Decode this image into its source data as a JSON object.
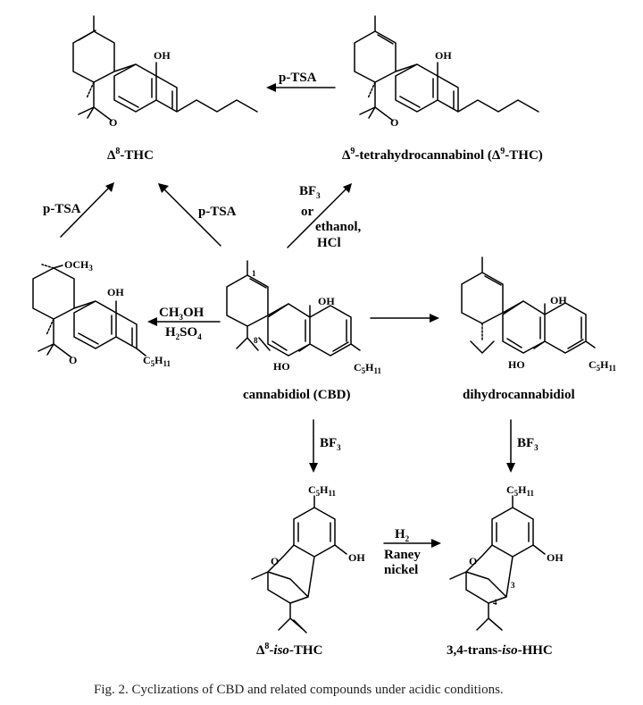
{
  "caption": "Fig. 2.  Cyclizations of CBD and related compounds under acidic conditions.",
  "compounds": {
    "delta8_thc": {
      "delta": "Δ",
      "sup": "8",
      "rest": "-THC"
    },
    "delta9_thc": {
      "pre": "Δ",
      "sup": "9",
      "mid": "-tetrahydrocannabinol (",
      "delta2": "Δ",
      "sup2": "9",
      "post": "-THC)"
    },
    "cbd": "cannabidiol (CBD)",
    "dihydro": "dihydrocannabidiol",
    "iso_thc": {
      "pre": "Δ",
      "sup": "8",
      "dash": "-",
      "iso": "iso",
      "post": "-THC"
    },
    "hhc": {
      "pre": "3,4-trans-",
      "iso": "iso",
      "post": "-HHC"
    }
  },
  "reagents": {
    "ptsa": "p-TSA",
    "bf3_b": "BF",
    "bf3_sub": "3",
    "or": "or",
    "ethanol": "ethanol,",
    "hcl": "HCl",
    "ch3oh": {
      "a": "CH",
      "sub": "3",
      "b": "OH"
    },
    "h2so4": {
      "a": "H",
      "sub1": "2",
      "b": "SO",
      "sub2": "4"
    },
    "h2": {
      "a": "H",
      "sub": "2"
    },
    "raney": "Raney",
    "nickel": "nickel"
  },
  "atoms": {
    "oh": "OH",
    "ho": "HO",
    "o": "O",
    "och3": {
      "a": "OCH",
      "sub": "3"
    },
    "c5h11": {
      "a": "C",
      "sub1": "5",
      "b": "H",
      "sub2": "11"
    },
    "n1": "1",
    "n8": "8",
    "n3": "3",
    "n4": "4"
  }
}
